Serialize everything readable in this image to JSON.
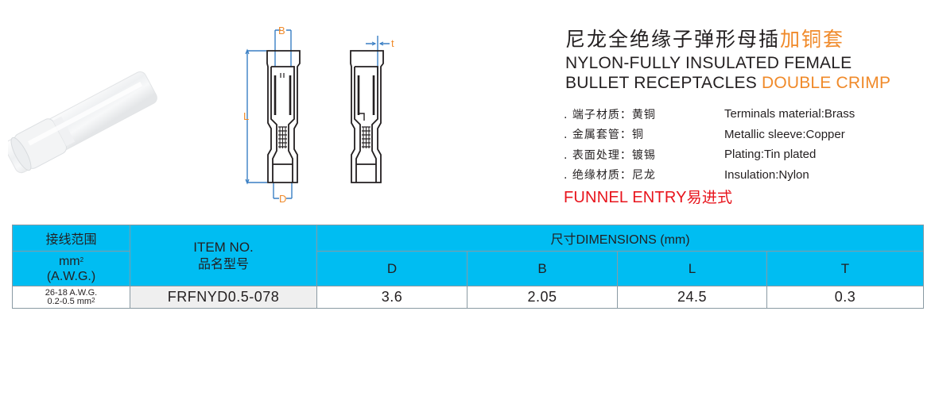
{
  "title": {
    "cn_main": "尼龙全绝缘子弹形母插",
    "cn_accent": "加铜套",
    "en_line1": "NYLON-FULLY INSULATED FEMALE",
    "en_line2_main": "BULLET RECEPTACLES ",
    "en_line2_accent": "DOUBLE CRIMP",
    "accent_color": "#f08a2a"
  },
  "specs": [
    {
      "cn": ". 端子材质：黄铜",
      "en": "Terminals material:Brass"
    },
    {
      "cn": ". 金属套管：铜",
      "en": "Metallic sleeve:Copper"
    },
    {
      "cn": ". 表面处理：镀锡",
      "en": "Plating:Tin plated"
    },
    {
      "cn": ". 绝缘材质：尼龙",
      "en": "Insulation:Nylon"
    }
  ],
  "feature": {
    "en": "FUNNEL ENTRY",
    "cn": "易进式",
    "color": "#e8141c"
  },
  "drawing": {
    "labels": {
      "B": "B",
      "L": "L",
      "D": "D",
      "t": "t"
    },
    "dimension_color": "#3a7fc4",
    "label_color": "#f08a2a"
  },
  "table": {
    "header_color": "#00bdf2",
    "range_header_cn": "接线范围",
    "range_unit": "mm",
    "range_unit_sup": "2",
    "range_awg": "(A.W.G.)",
    "item_header_en": "ITEM NO.",
    "item_header_cn": "品名型号",
    "dimensions_header_cn": "尺寸",
    "dimensions_header_en": "DIMENSIONS (mm)",
    "columns": [
      "D",
      "B",
      "L",
      "T"
    ],
    "rows": [
      {
        "awg": "26-18 A.W.G.",
        "mm2": "0.2-0.5 mm",
        "mm2_sup": "2",
        "item": "FRFNYD0.5-078",
        "values": [
          "3.6",
          "2.05",
          "24.5",
          "0.3"
        ]
      }
    ]
  }
}
